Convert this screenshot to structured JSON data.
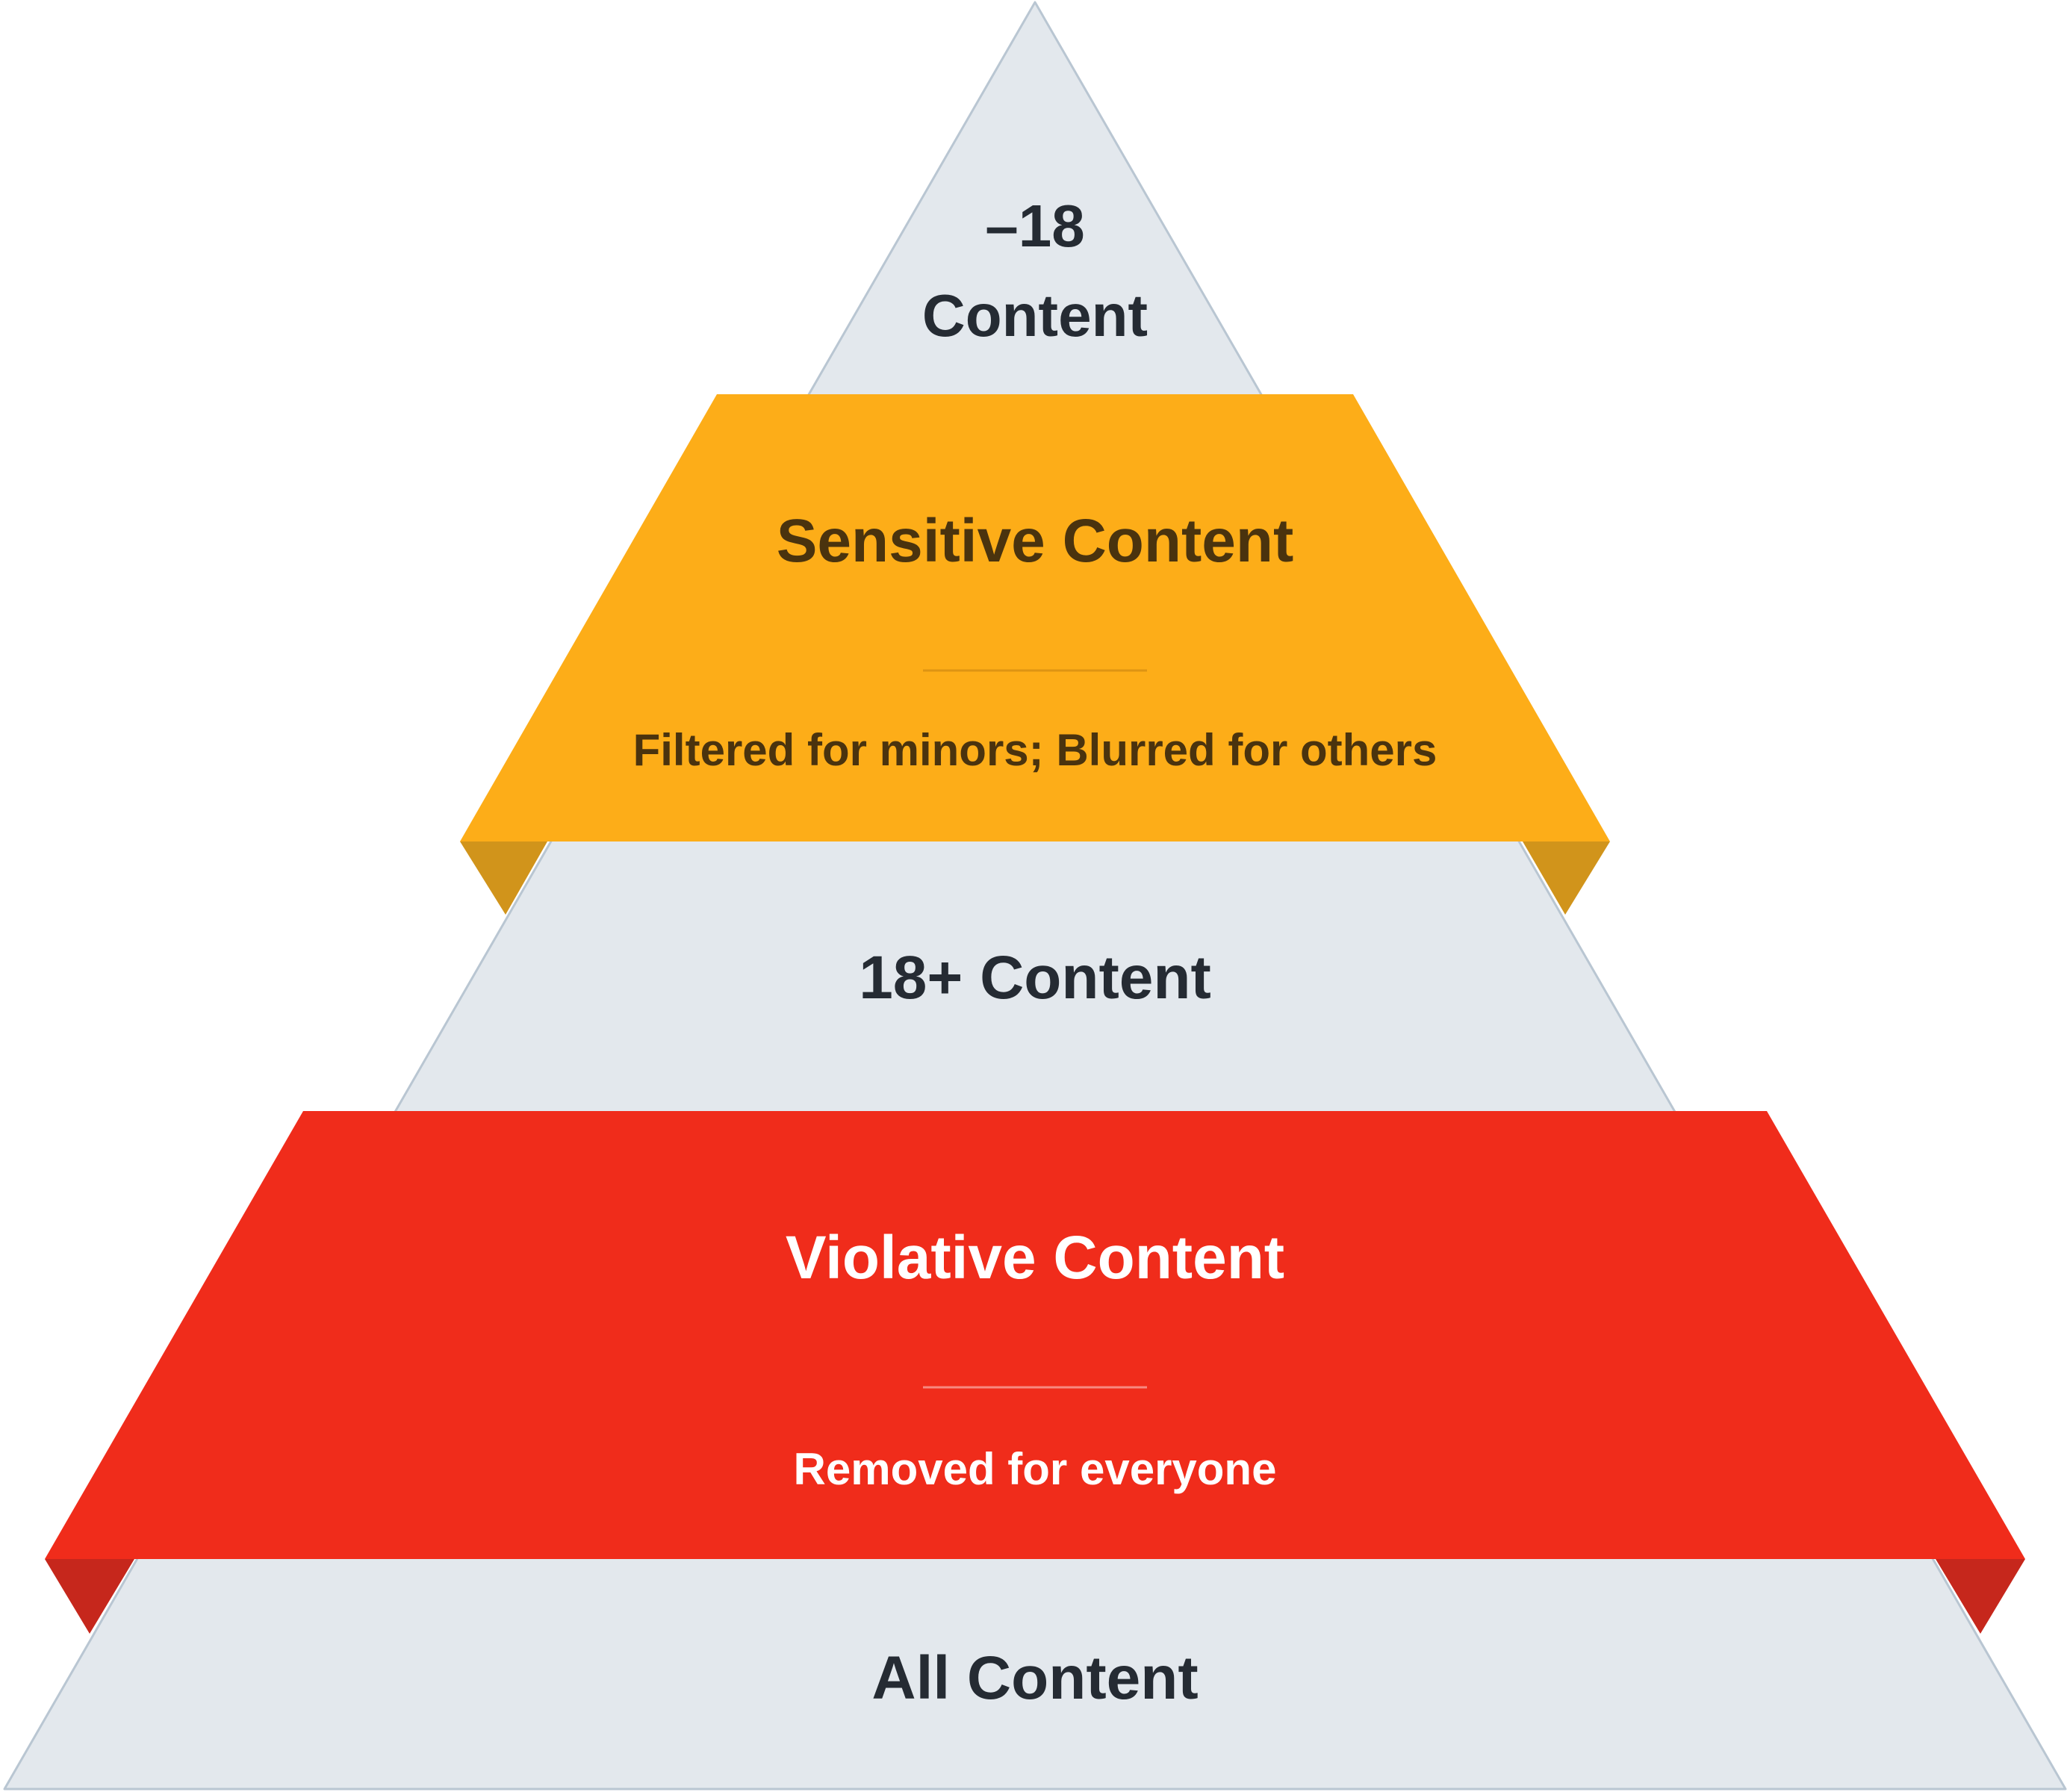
{
  "colors": {
    "background": "#ffffff",
    "layer_fill": "#e3e8ed",
    "layer_stroke": "#b9c6d2",
    "dark_text": "#252b33",
    "sensitive_fill": "#fdad18",
    "sensitive_fold": "#d1941b",
    "sensitive_text": "#4a330e",
    "sensitive_rule": "#dd9413",
    "violative_fill": "#f02c1b",
    "violative_fold": "#c6271c",
    "violative_text": "#ffffff",
    "violative_rule": "#f78a80"
  },
  "layers": {
    "under_18": {
      "line1": "–18",
      "line2": "Content"
    },
    "sensitive": {
      "title": "Sensitive Content",
      "description": "Filtered for minors; Blurred for others"
    },
    "adult": {
      "title": "18+ Content"
    },
    "violative": {
      "title": "Violative Content",
      "description": "Removed for everyone"
    },
    "all": {
      "title": "All Content"
    }
  }
}
